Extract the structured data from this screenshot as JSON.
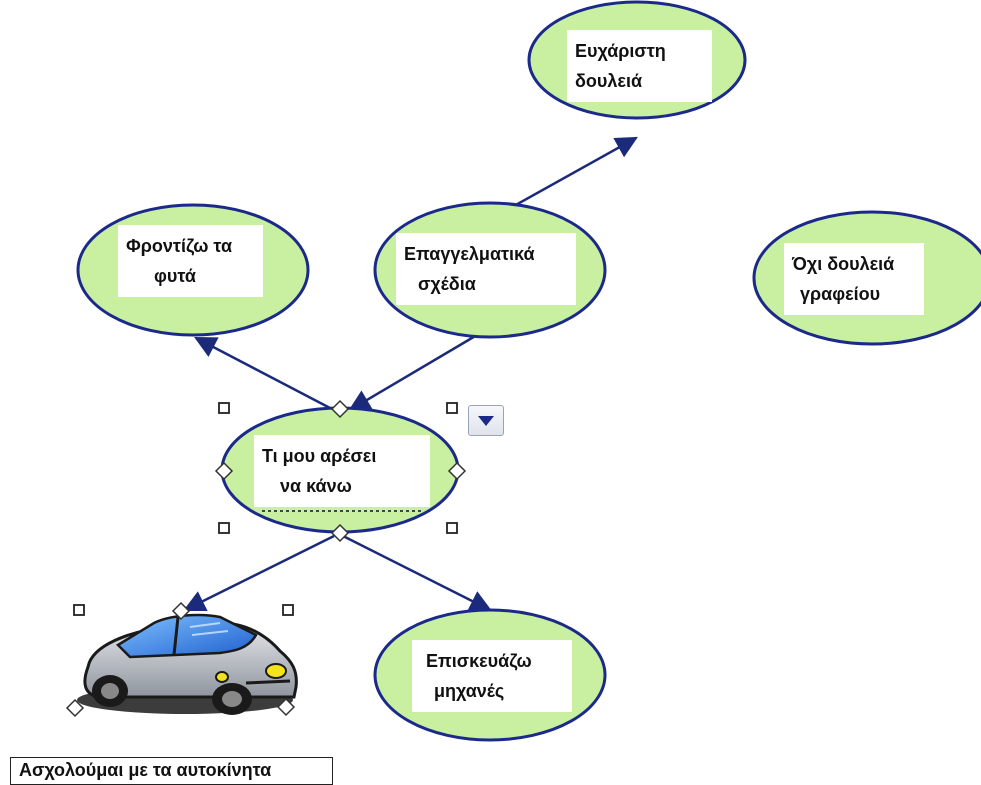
{
  "nodes": {
    "top": {
      "line1": "Ευχάριστη",
      "line2": "δουλειά"
    },
    "plants": {
      "line1": "Φροντίζω τα",
      "line2": "φυτά"
    },
    "professional": {
      "line1": "Επαγγελματικά",
      "line2": "σχέδια"
    },
    "not_office": {
      "line1": "Όχι δουλειά",
      "line2": "γραφείου"
    },
    "center": {
      "line1": "Τι μου αρέσει",
      "line2": "να κάνω"
    },
    "machines": {
      "line1": "Επισκευάζω",
      "line2": "μηχανές"
    }
  },
  "car_caption": "Ασχολούμαι με τα αυτοκίνητα",
  "icons": {
    "dropdown": "dropdown-arrow-icon",
    "car": "car-icon"
  },
  "colors": {
    "node_fill": "#c8f0a0",
    "node_border": "#1b2a8a",
    "arrow": "#1b2a7a",
    "car_body": "#b9bec7",
    "car_window": "#2f7fe0"
  }
}
